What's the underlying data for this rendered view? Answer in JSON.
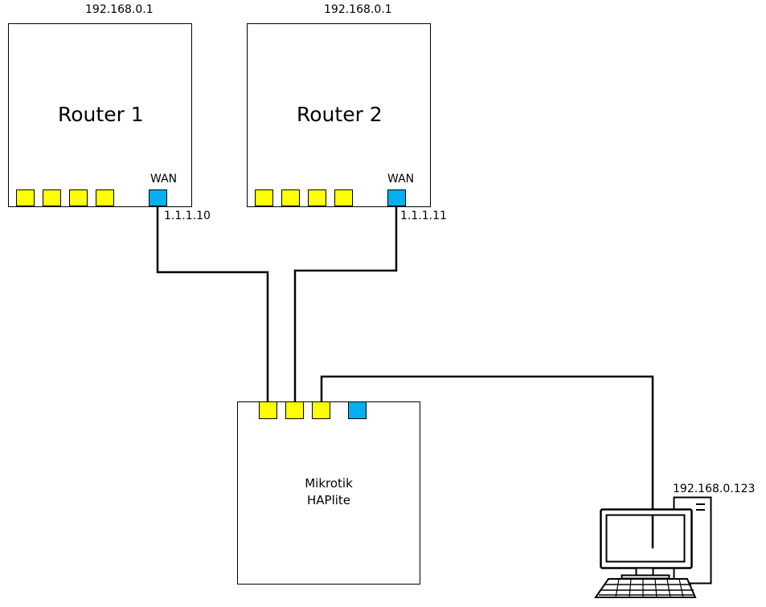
{
  "router1": {
    "ip": "192.168.0.1",
    "name": "Router 1",
    "wan_label": "WAN",
    "wan_ip": "1.1.1.10"
  },
  "router2": {
    "ip": "192.168.0.1",
    "name": "Router 2",
    "wan_label": "WAN",
    "wan_ip": "1.1.1.11"
  },
  "mikrotik": {
    "line1": "Mikrotik",
    "line2": "HAPlite"
  },
  "pc": {
    "ip": "192.168.0.123"
  },
  "colors": {
    "lan_port": "#ffff00",
    "wan_port": "#00b0f0",
    "line": "#000000"
  }
}
